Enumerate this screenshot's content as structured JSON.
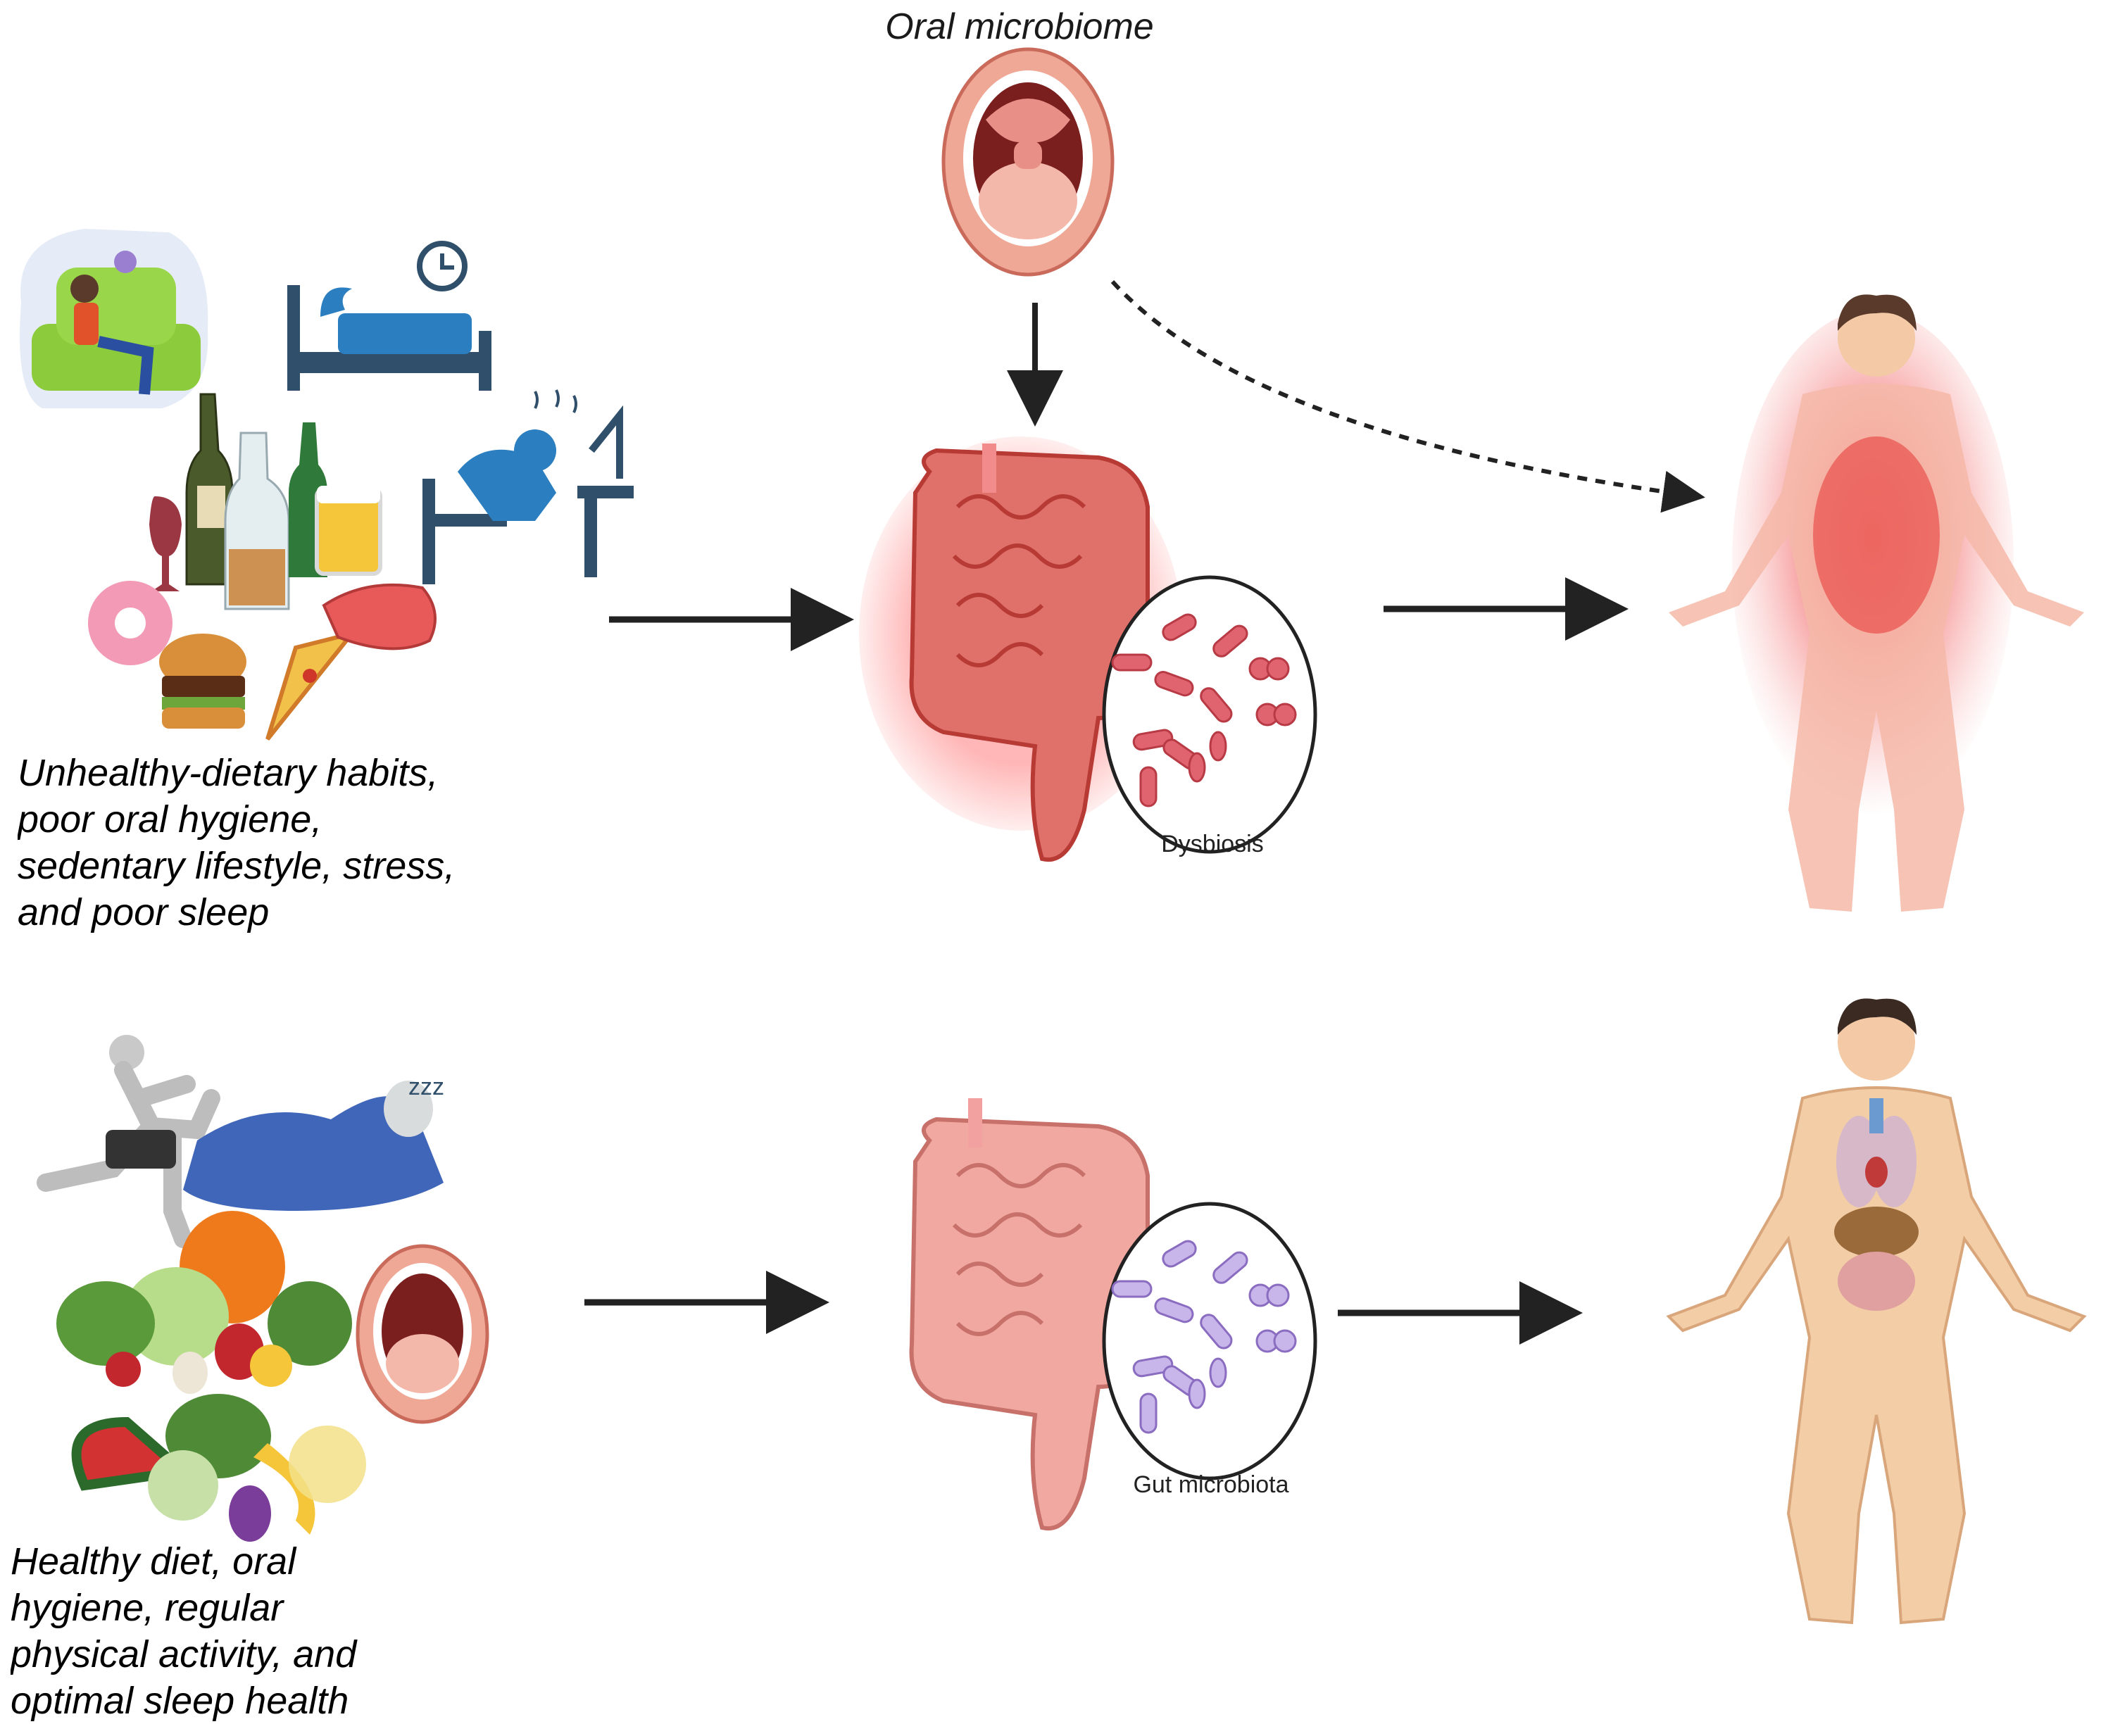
{
  "figure": {
    "top_label": "Oral microbiome",
    "unhealthy_caption": [
      "Unhealthy-dietary habits,",
      "poor oral hygiene,",
      "sedentary lifestyle, stress,",
      "and poor sleep"
    ],
    "healthy_caption": [
      "Healthy diet, oral",
      "hygiene, regular",
      "physical activity, and",
      "optimal sleep health"
    ],
    "dysbiosis_label": "Dysbiosis",
    "gut_label": "Gut microbiota"
  },
  "colors": {
    "arrow": "#222222",
    "inflamed": "#e8262a",
    "gut_pink": "#e89a93",
    "bacteria_unhealthy": "#e06470",
    "bacteria_healthy": "#a78bd6",
    "skin": "#f3c9a6",
    "icon_blue": "#2b7fc0",
    "sofa_green": "#8ccc3c"
  },
  "icons": [
    "woman-on-sofa-icon",
    "sleeping-bed-clock-icon",
    "stressed-worker-icon",
    "alcohol-bottles-icon",
    "junk-food-icon",
    "open-mouth-icon",
    "large-intestine-icon",
    "bacteria-circle-icon",
    "human-body-icon",
    "runner-icon",
    "sleeping-person-icon",
    "vegetables-fruits-icon"
  ]
}
